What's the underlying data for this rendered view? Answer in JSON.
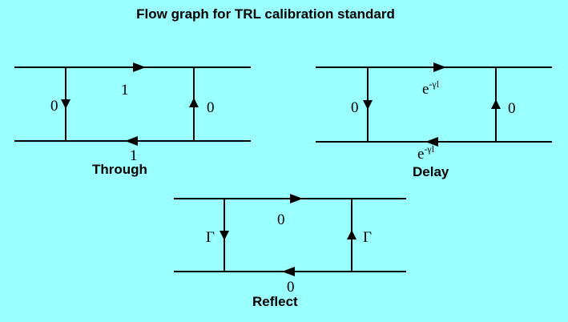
{
  "title": "Flow graph for TRL calibration standard",
  "colors": {
    "background": "#99ffff",
    "line": "#000000"
  },
  "graphs": {
    "through": {
      "caption": "Through",
      "top_gain": "1",
      "bottom_gain": "1",
      "left_gain": "0",
      "right_gain": "0"
    },
    "delay": {
      "caption": "Delay",
      "top_gain_base": "e",
      "top_gain_exp": "-γl",
      "bottom_gain_base": "e",
      "bottom_gain_exp": "-γl",
      "left_gain": "0",
      "right_gain": "0"
    },
    "reflect": {
      "caption": "Reflect",
      "top_gain": "0",
      "bottom_gain": "0",
      "left_gain": "Γ",
      "right_gain": "Γ"
    }
  }
}
